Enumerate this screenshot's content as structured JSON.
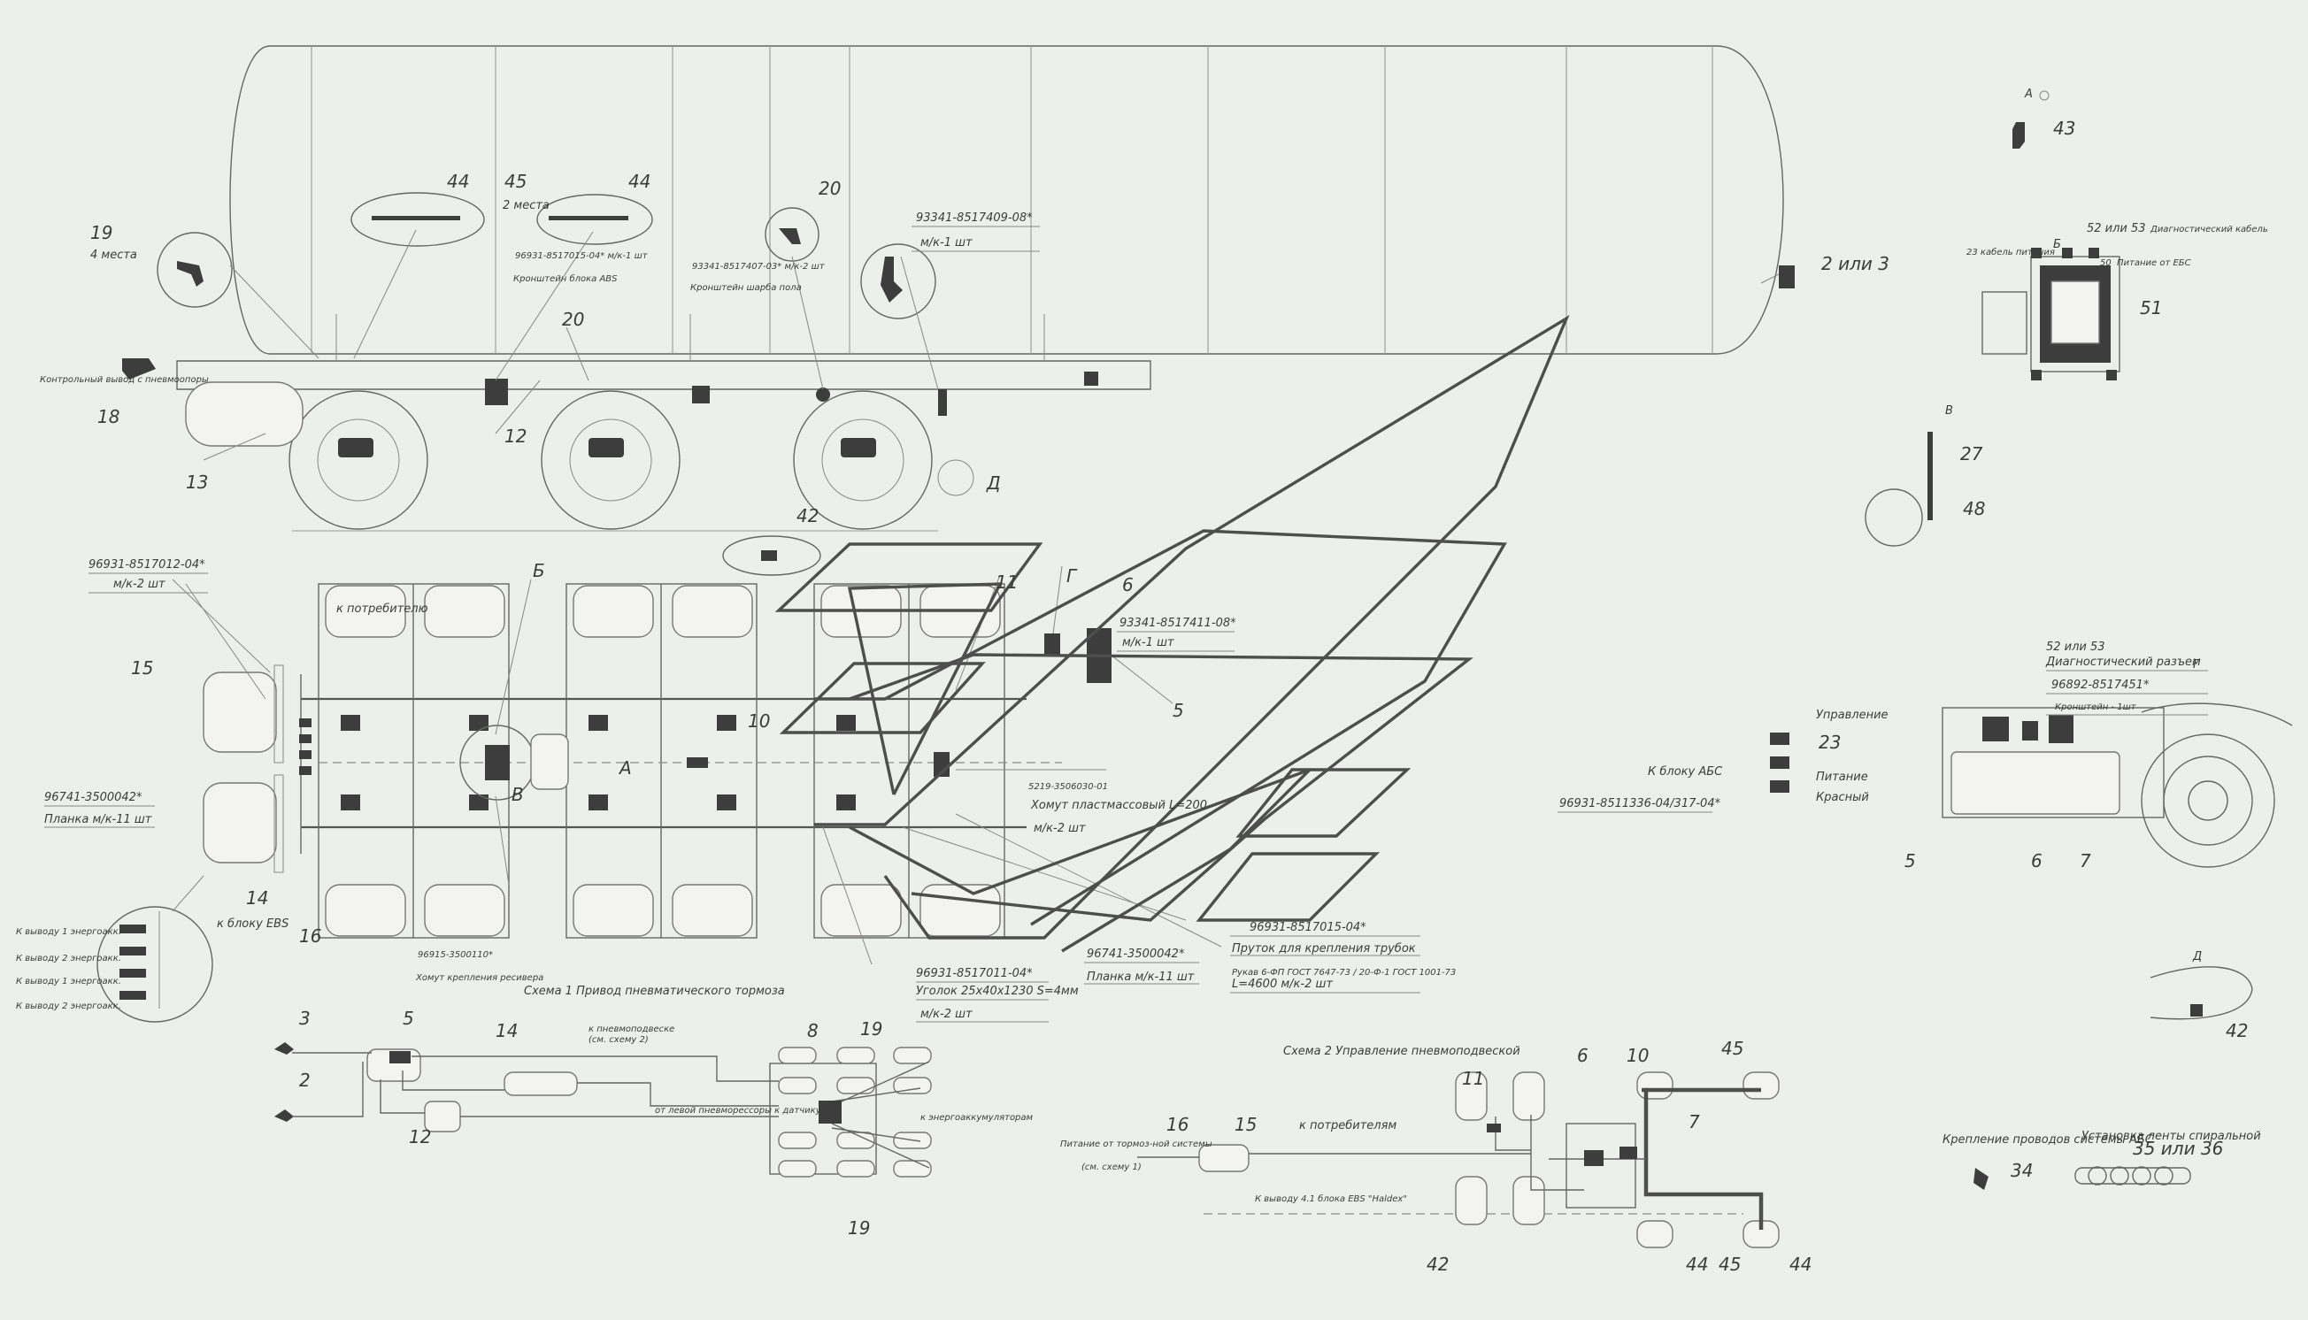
{
  "callouts": {
    "c2": "2",
    "c3": "3",
    "c5": "5",
    "c6": "6",
    "c7": "7",
    "c8": "8",
    "c10": "10",
    "c11": "11",
    "c12": "12",
    "c13": "13",
    "c14": "14",
    "c15": "15",
    "c16": "16",
    "c18": "18",
    "c19": "19",
    "c20": "20",
    "c23": "23",
    "c27": "27",
    "c34": "34",
    "c42": "42",
    "c43": "43",
    "c44": "44",
    "c45": "45",
    "c48": "48",
    "c50": "50",
    "c51": "51",
    "c2or3": "2 или 3",
    "c35or36": "35 или 36",
    "c52or53": "52 или 53"
  },
  "view_letters": {
    "A": "А",
    "B": "Б",
    "V": "В",
    "G": "Г",
    "D": "Д"
  },
  "labels": {
    "four_places": "4 места",
    "two_places": "2 места",
    "control_outlet": "Контрольный вывод с пневмоопоры",
    "bracket_ebs": "Кронштейн блока ABS",
    "bracket_damper": "Кронштейн шарба пола",
    "bracket_cable": "Кронштейн - 1шт",
    "to_consumers": "к потребителю",
    "to_consumers2": "к потребителям",
    "to_ebs": "к блоку EBS",
    "to_abs": "К блоку АБС",
    "control": "Управление",
    "supply": "Питание",
    "red": "Красный",
    "diag_conn": "Диагностический разъем",
    "diag_cable": "Диагностический кабель",
    "power_cable": "23 кабель питания",
    "supply_ebs": "Питание от ЕБС",
    "receivers_to": "К выводу 1 энергоакк.",
    "receivers_to2": "К выводу 2 энергоакк.",
    "receivers_to3": "К выводу 1 энергоакк.",
    "receivers_to4": "К выводу 2 энергоакк.",
    "hose_clamp": "Хомут крепления ресивера",
    "pipe_clamp": "Хомут пластмассовый L=200",
    "pipe_fix": "Пруток для крепления трубок",
    "corner": "Уголок 25x40x1230  S=4мм",
    "plate": "Планка  м/к-11 шт",
    "plate2": "Планка  м/к-11 шт",
    "to_pneumo": "к пневмоподвеске",
    "see_scheme2": "(см. схему 2)",
    "from_left": "от левой пневморессоры к датчику 4",
    "to_energy": "к энергоаккумуляторам",
    "supply_brake": "Питание от тормоз-ной системы",
    "see_scheme1": "(см. схему 1)",
    "to_outlet_ebs": "К выводу 4.1 блока EBS \"Haldex\"",
    "mount_pipes": "Крепление проводов системы АБС",
    "spiral_tape": "Установка ленты спиральной",
    "hose_spec": "Рукав 6-ФП ГОСТ 7647-73 / 20-Ф-1 ГОСТ 1001-73",
    "length_spec": "L=4600   м/к-2 шт"
  },
  "part_numbers": {
    "p1": "96931-8517012-04*",
    "p1q": "м/к-2 шт",
    "p2": "96741-3500042*",
    "p3": "93341-8517409-08*",
    "p3q": "м/к-1 шт",
    "p4": "93341-8517411-08*",
    "p4q": "м/к-1 шт",
    "p5": "96931-8517011-04*",
    "p5q": "м/к-2 шт",
    "p6": "96741-3500042*",
    "p7": "96931-8517015-04*",
    "p8": "96931-8511336-04/317-04*",
    "p9": "96892-8517451*",
    "p10": "5219-3506030-01",
    "p10q": "м/к-2 шт",
    "p11": "96931-8517015-04* м/к-1 шт",
    "p12": "93341-8517407-03* м/к-2 шт",
    "p13": "96915-3500110*"
  },
  "titles": {
    "scheme1": "Схема 1 Привод пневматического тормоза",
    "scheme2": "Схема 2 Управление пневмоподвеской"
  }
}
